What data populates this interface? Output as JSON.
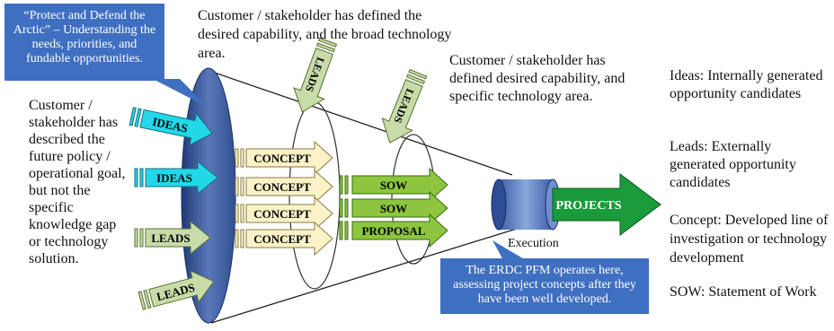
{
  "callouts": {
    "top": "“Protect and Defend the Arctic” – Understanding the needs, priorities, and fundable opportunities.",
    "bottom": "The ERDC PFM operates here, assessing project concepts after they have been well developed."
  },
  "text": {
    "left": "Customer / stakeholder has described the future policy / operational goal, but not the specific knowledge gap or technology solution.",
    "top_mid": "Customer / stakeholder has defined the desired capability, and the broad technology area.",
    "top_right": "Customer / stakeholder has defined desired capability, and specific technology area.",
    "execution": "Execution"
  },
  "legend": {
    "ideas": "Ideas: Internally generated opportunity candidates",
    "leads": "Leads: Externally generated opportunity candidates",
    "concept": "Concept: Developed line of investigation or technology development",
    "sow": "SOW: Statement of Work"
  },
  "arrows": {
    "ideas": "IDEAS",
    "leads": "LEADS",
    "concept": "CONCEPT",
    "sow": "SOW",
    "proposal": "PROPOSAL",
    "projects": "PROJECTS"
  },
  "colors": {
    "callout": "#3f6fc0",
    "ideas": "#22d8e8",
    "leads": "#c8dcaa",
    "concept": "#fbf3c8",
    "sow": "#8cc63f",
    "projects": "#1a9a3a",
    "cone_left": "#2f4f8f"
  }
}
